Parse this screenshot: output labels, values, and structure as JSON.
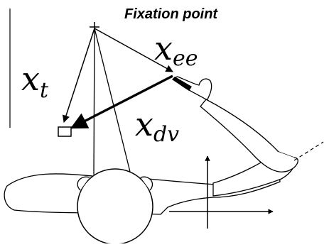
{
  "figure": {
    "fixation_label": "Fixation point",
    "vectors": [
      {
        "id": "xt",
        "base": "x",
        "sub": "t"
      },
      {
        "id": "xee",
        "base": "x",
        "sub": "ee"
      },
      {
        "id": "xdv",
        "base": "x",
        "sub": "dv"
      }
    ]
  }
}
